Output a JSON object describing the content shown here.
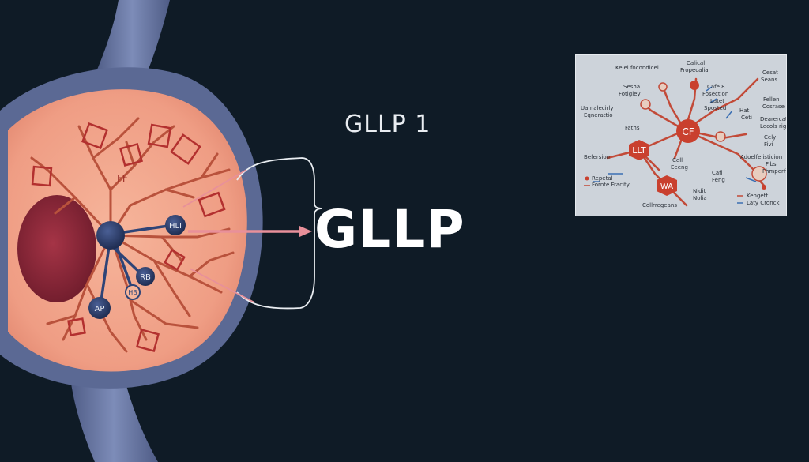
{
  "subtitle": "GLLP 1",
  "title": "GLLP",
  "cell": {
    "node_labels": [
      "FF",
      "HLI",
      "RB",
      "HB",
      "AP"
    ]
  },
  "inset": {
    "hub_labels": [
      "CF",
      "LLT",
      "WA"
    ],
    "labels": [
      "Kelei focondicel",
      "Calical",
      "Fropecalial",
      "Cesat",
      "Seans",
      "Sesha",
      "Fotigley",
      "Cafe 8",
      "Fosection",
      "Latet",
      "Sposted",
      "Fellen",
      "Cosrase",
      "Uamalecirly",
      "Eqnerattio",
      "Hat",
      "Ceti",
      "Dearercation",
      "Lecols rigy",
      "Faths",
      "Cely",
      "Fivi",
      "Befersiom",
      "Adoelfelisticion",
      "Fibs",
      "Fhmperficy",
      "Cell",
      "Eeeng",
      "Cafl",
      "Feng",
      "Repetal",
      "Fornte Fracity",
      "Nidit",
      "Nolia",
      "Kengett",
      "Laty Cronck",
      "Collrregeans"
    ]
  },
  "colors": {
    "background": "#0f1b26",
    "cell_fill": "#f1a78e",
    "nucleus": "#8d2738",
    "membrane": "#5d6b96",
    "dendrite": "#b9523c",
    "arrow": "#e8909a",
    "hub": "#2c3f6e"
  }
}
